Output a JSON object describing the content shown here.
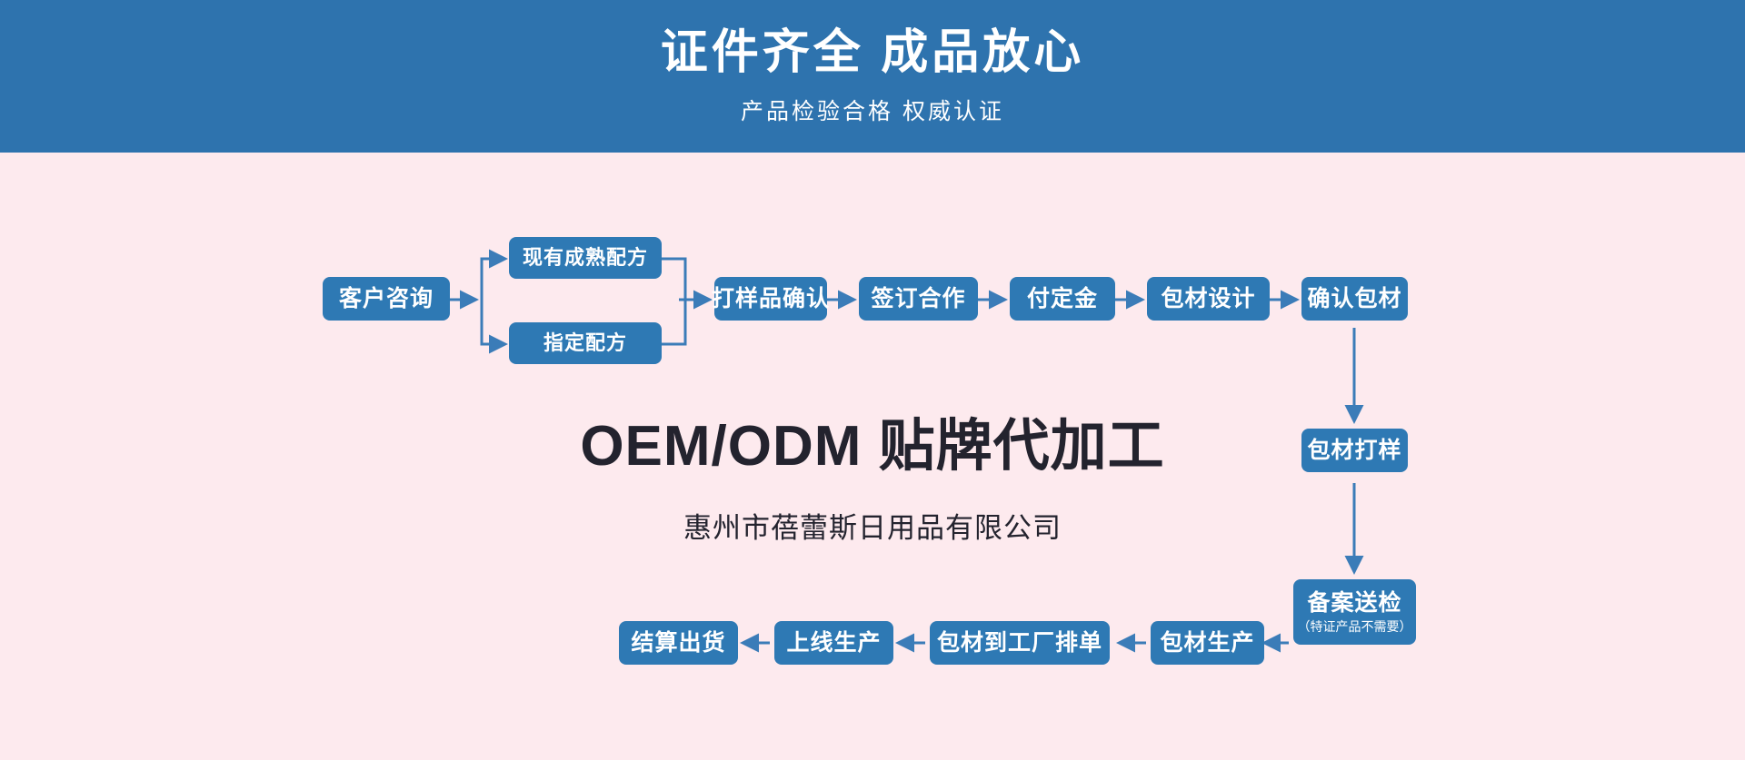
{
  "header": {
    "title": "证件齐全 成品放心",
    "subtitle": "产品检验合格 权威认证",
    "bg_color": "#2e73ae",
    "text_color": "#ffffff"
  },
  "theme": {
    "page_bg": "#fdeaee",
    "node_fill": "#2e79b4",
    "node_text": "#ffffff",
    "connector": "#3b7cb8",
    "center_text": "#23232e"
  },
  "center": {
    "headline": "OEM/ODM 贴牌代加工",
    "company": "惠州市蓓蕾斯日用品有限公司"
  },
  "flow": {
    "nodes": [
      {
        "id": "consult",
        "label": "客户咨询"
      },
      {
        "id": "existing",
        "label": "现有成熟配方"
      },
      {
        "id": "custom",
        "label": "指定配方"
      },
      {
        "id": "sample_confirm",
        "label": "打样品确认"
      },
      {
        "id": "sign",
        "label": "签订合作"
      },
      {
        "id": "deposit",
        "label": "付定金"
      },
      {
        "id": "pkg_design",
        "label": "包材设计"
      },
      {
        "id": "pkg_confirm",
        "label": "确认包材"
      },
      {
        "id": "pkg_sample",
        "label": "包材打样"
      },
      {
        "id": "filing",
        "label": "备案送检",
        "sublabel": "（特证产品不需要）"
      },
      {
        "id": "pkg_produce",
        "label": "包材生产"
      },
      {
        "id": "pkg_schedule",
        "label": "包材到工厂排单"
      },
      {
        "id": "line_produce",
        "label": "上线生产"
      },
      {
        "id": "settle_ship",
        "label": "结算出货"
      }
    ]
  }
}
